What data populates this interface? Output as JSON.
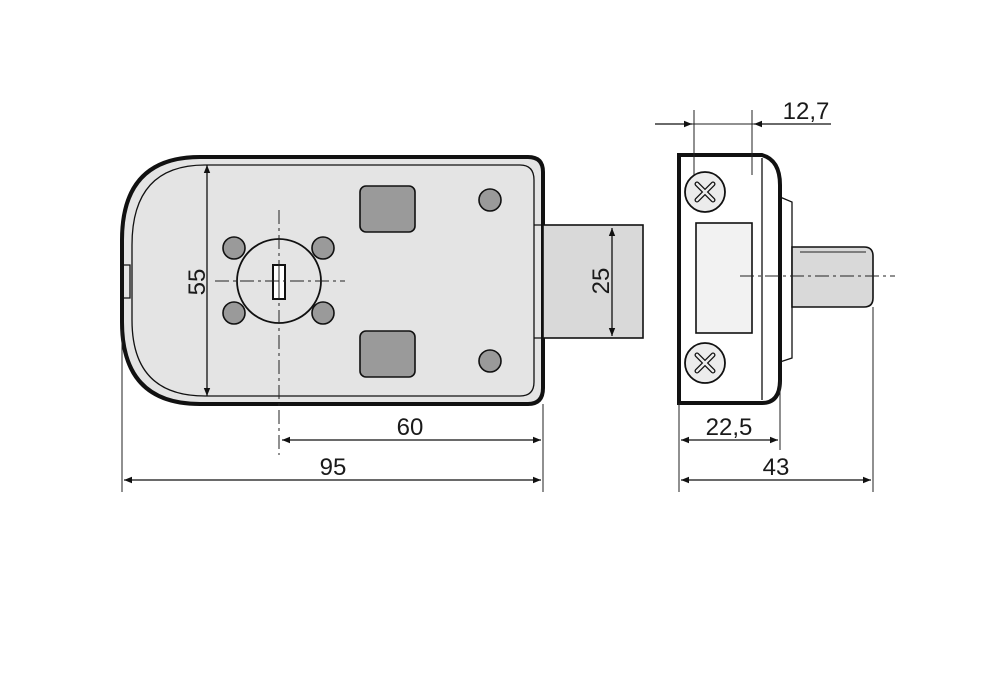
{
  "drawing": {
    "front_view": {
      "height_label": "55",
      "bolt_height_label": "25",
      "key_to_edge_label": "60",
      "overall_width_label": "95"
    },
    "side_view": {
      "plate_offset_label": "12,7",
      "body_depth_label": "22,5",
      "overall_depth_label": "43"
    }
  }
}
